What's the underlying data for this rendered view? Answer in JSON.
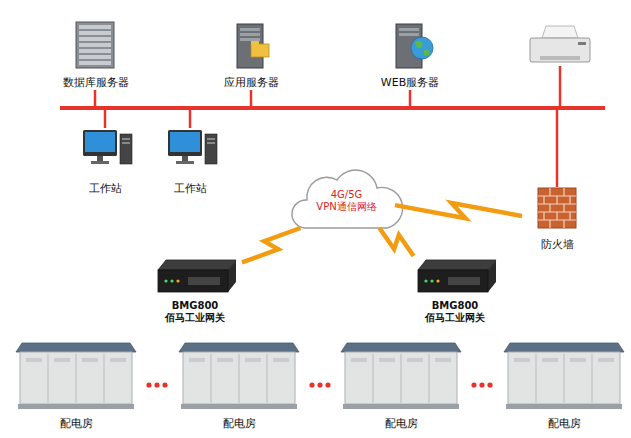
{
  "diagram": {
    "nodes": [
      {
        "text": [
          "数据库服务器"
        ]
      },
      {
        "text": [
          "应用服务器"
        ]
      },
      {
        "text": [
          "WEB服务器"
        ]
      },
      {
        "text": [
          "工作站"
        ]
      },
      {
        "text": [
          "工作站"
        ]
      },
      {
        "text": [
          "防火墙"
        ]
      },
      {
        "text": [
          "4G/5G",
          "VPN通信网络"
        ]
      },
      {
        "text": [
          "BMG800",
          "佰马工业网关"
        ]
      },
      {
        "text": [
          "BMG800",
          "佰马工业网关"
        ]
      },
      {
        "text": [
          "配电房"
        ]
      },
      {
        "text": [
          "配电房"
        ]
      },
      {
        "text": [
          "配电房"
        ]
      },
      {
        "text": [
          "配电房"
        ]
      }
    ],
    "edges": [
      {
        "from": 6,
        "to": 7,
        "arrow": "none"
      },
      {
        "from": 6,
        "to": 8,
        "arrow": "none"
      },
      {
        "from": 5,
        "to": 6,
        "arrow": "none"
      }
    ]
  }
}
